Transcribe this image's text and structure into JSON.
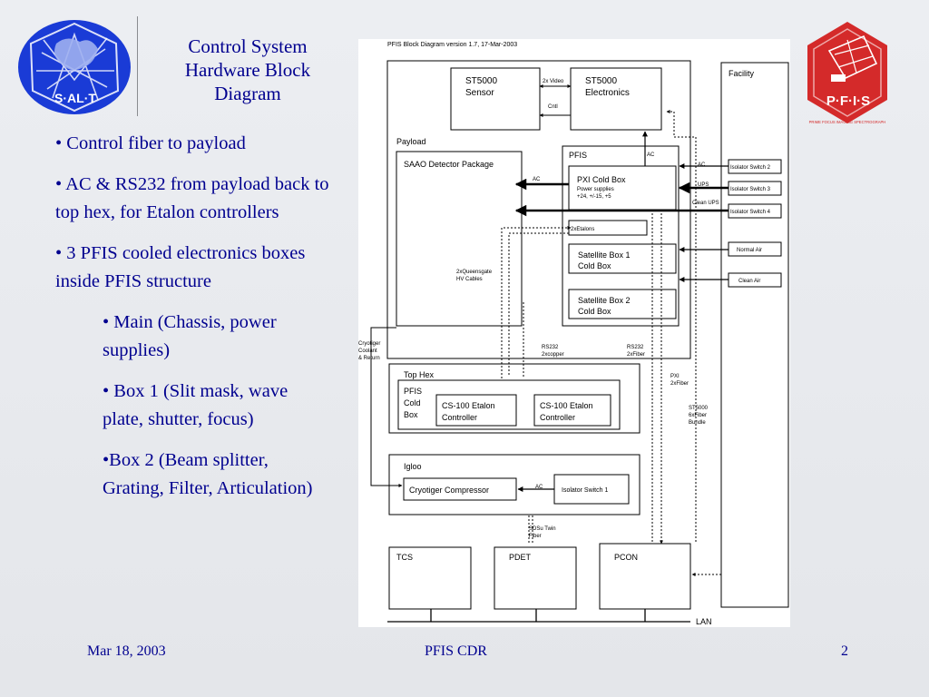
{
  "slide": {
    "title": "Control System Hardware Block Diagram",
    "bullets": [
      "• Control fiber to payload",
      "• AC & RS232 from payload back to top hex, for Etalon controllers",
      "• 3 PFIS cooled electronics boxes inside PFIS structure"
    ],
    "sub_bullets": [
      "• Main (Chassis, power supplies)",
      "• Box 1 (Slit mask, wave plate, shutter, focus)",
      "•Box 2 (Beam splitter, Grating, Filter, Articulation)"
    ]
  },
  "logos": {
    "salt_text": "S·AL·T",
    "pfis_text": "P·F·I·S",
    "pfis_tagline": "PRIME FOCUS IMAGING SPECTROGRAPH",
    "colors": {
      "salt": "#1a3bd6",
      "pfis": "#d42a2a"
    }
  },
  "diagram": {
    "header": "PFIS Block Diagram version 1.7, 17-Mar-2003",
    "st5000_sensor": [
      "ST5000",
      "Sensor"
    ],
    "st5000_electronics": [
      "ST5000",
      "Electronics"
    ],
    "label_2xvideo": "2x Video",
    "label_cntl": "Cntl",
    "facility": "Facility",
    "payload": "Payload",
    "saao": "SAAO Detector Package",
    "pfis": "PFIS",
    "pxi_cold_box": "PXI Cold Box",
    "power_supplies": "Power supplies",
    "power_values": "+24, +/-15, +5",
    "ac": "AC",
    "ups": "UPS",
    "clean_ups": "Clean UPS",
    "isolator_switch_2": "Isolator Switch 2",
    "isolator_switch_3": "Isolator Switch 3",
    "isolator_switch_4": "Isolator Switch 4",
    "isolator_switch_1": "Isolator Switch 1",
    "two_etalons": "2xEtalons",
    "satellite_box_1": [
      "Satellite Box 1",
      "Cold Box"
    ],
    "satellite_box_2": [
      "Satellite Box 2",
      "Cold Box"
    ],
    "normal_air": "Normal Air",
    "clean_air": "Clean Air",
    "queensgate": [
      "2xQueensgate",
      "HV Cables"
    ],
    "cryotiger_coolant": [
      "Cryotiger",
      "Coolant",
      "& Return"
    ],
    "rs232_copper": [
      "RS232",
      "2xcopper"
    ],
    "rs232_fiber": [
      "RS232",
      "2xFiber"
    ],
    "pxi_fiber": [
      "PXI",
      "2xFiber"
    ],
    "st5000_bundle": [
      "ST5000",
      "6xFiber",
      "Bundle"
    ],
    "top_hex": "Top Hex",
    "pfis_cold_box": [
      "PFIS",
      "Cold",
      "Box"
    ],
    "cs100_a": [
      "CS-100 Etalon",
      "Controller"
    ],
    "cs100_b": [
      "CS-100 Etalon",
      "Controller"
    ],
    "igloo": "Igloo",
    "cryotiger_compressor": "Cryotiger Compressor",
    "sdsu_twin": [
      "SDSu Twin",
      "Fiber"
    ],
    "tcs": "TCS",
    "pdet": "PDET",
    "pcon": "PCON",
    "lan": "LAN"
  },
  "footer": {
    "date": "Mar 18, 2003",
    "center": "PFIS CDR",
    "page": "2"
  }
}
